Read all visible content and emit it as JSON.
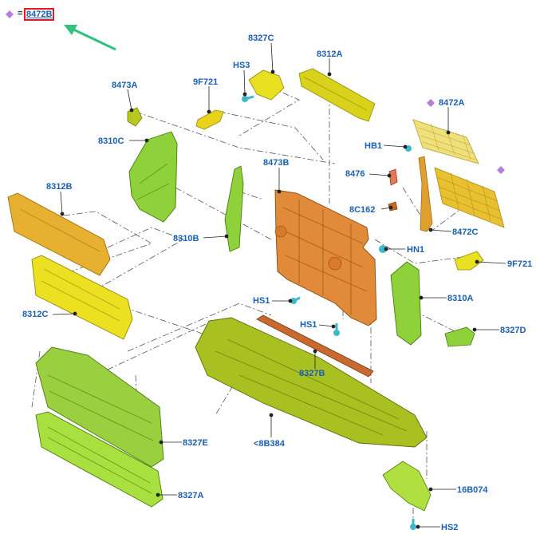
{
  "legend": {
    "symbol": "diamond",
    "equals": "=",
    "code": "8472B",
    "highlight_color": "#e01b24",
    "arrow_color": "#2ec27e"
  },
  "colors": {
    "label": "#1a5fb4",
    "leader": "#222222",
    "dash": "#555555",
    "diamond": "#b57edc",
    "yellow": "#e8d21a",
    "orange": "#e08a2e",
    "green": "#8fd13a",
    "olive": "#a9b820",
    "teal": "#3fb8c9"
  },
  "labels": {
    "l8327C": "8327C",
    "lHS3": "HS3",
    "l8312A": "8312A",
    "l8473A": "8473A",
    "l9F721a": "9F721",
    "l8472A": "8472A",
    "l8310C": "8310C",
    "lHB1": "HB1",
    "l8473B": "8473B",
    "l8476": "8476",
    "l8312B": "8312B",
    "l8C162": "8C162",
    "l8472C": "8472C",
    "l8310B": "8310B",
    "lHN1": "HN1",
    "l9F721b": "9F721",
    "l8312C": "8312C",
    "l8310A": "8310A",
    "lHS1a": "HS1",
    "lHS1b": "HS1",
    "l8327D": "8327D",
    "l8327B": "8327B",
    "l8327E": "8327E",
    "l8B384": "<8B384",
    "l16B074": "16B074",
    "l8327A": "8327A",
    "lHS2": "HS2"
  }
}
